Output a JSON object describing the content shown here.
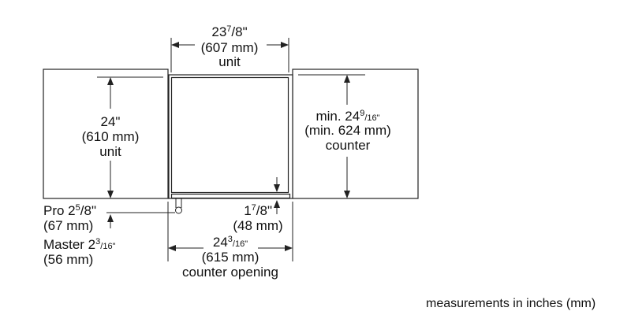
{
  "top_dimension": {
    "whole": "23",
    "num": "7",
    "den": "/8\"",
    "mm": "(607 mm)",
    "label": "unit"
  },
  "left_dimension": {
    "value": "24\"",
    "mm": "(610 mm)",
    "label": "unit"
  },
  "right_dimension": {
    "prefix": "min. 24",
    "num": "9",
    "den": "/16\"",
    "mm": "(min. 624 mm)",
    "label": "counter"
  },
  "pro": {
    "prefix": "Pro 2",
    "num": "5",
    "den": "/8\"",
    "mm": "(67 mm)"
  },
  "master": {
    "prefix": "Master 2",
    "num": "3",
    "den": "/16\"",
    "mm": "(56 mm)"
  },
  "gap_dimension": {
    "whole": "1",
    "num": "7",
    "den": "/8\"",
    "mm": "(48 mm)"
  },
  "bottom_dimension": {
    "whole": "24",
    "num": "3",
    "den": "/16\"",
    "mm": "(615 mm)",
    "label": "counter opening"
  },
  "footnote": "measurements in inches (mm)"
}
